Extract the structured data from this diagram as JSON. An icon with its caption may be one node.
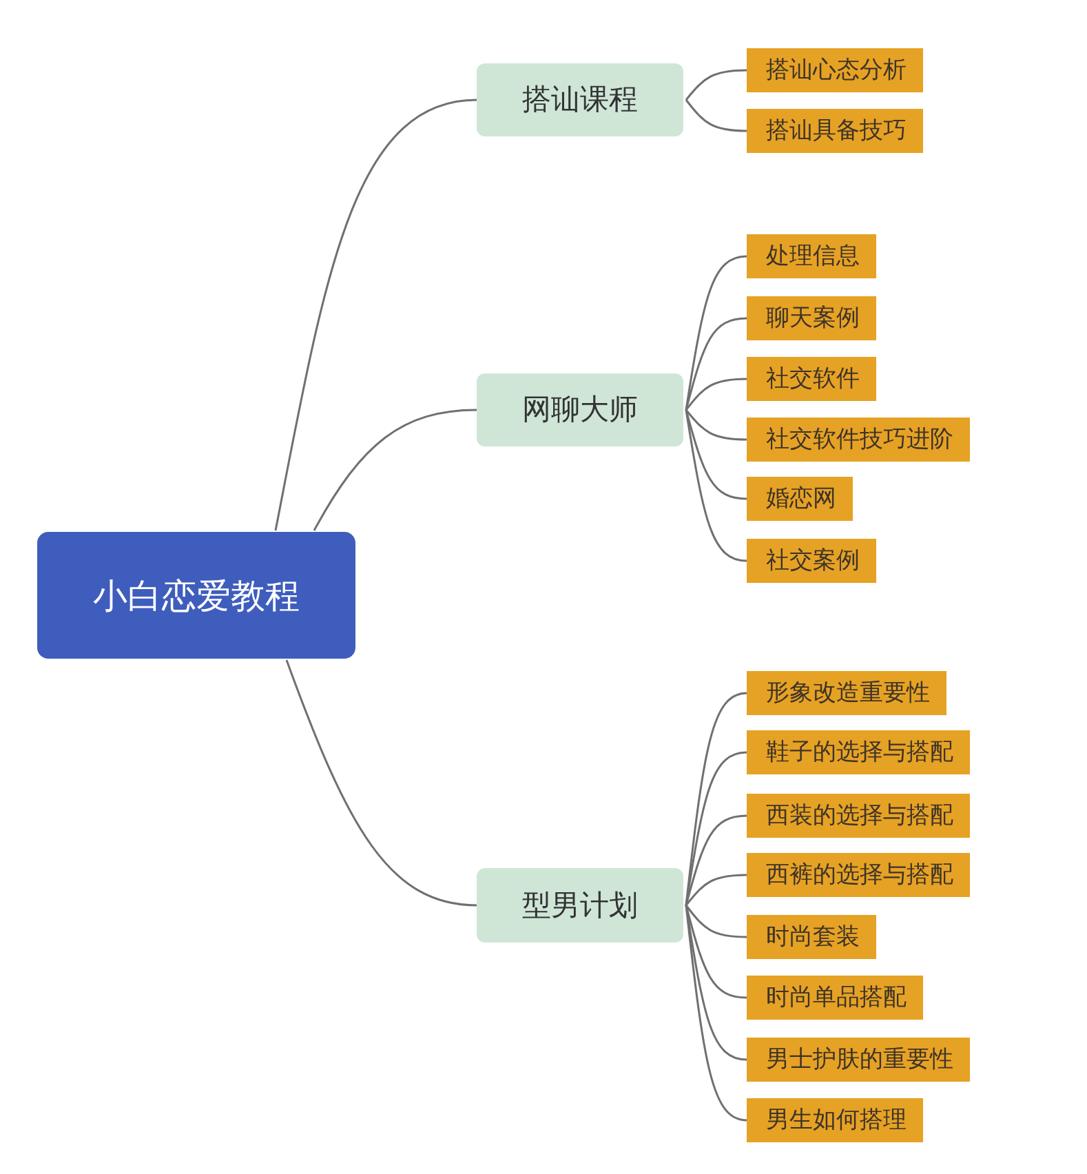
{
  "diagram": {
    "nodes": [
      {
        "text": [
          "小白恋爱教程"
        ]
      },
      {
        "text": [
          "搭讪课程"
        ]
      },
      {
        "text": [
          "搭讪心态分析"
        ]
      },
      {
        "text": [
          "搭讪具备技巧"
        ]
      },
      {
        "text": [
          "网聊大师"
        ]
      },
      {
        "text": [
          "处理信息"
        ]
      },
      {
        "text": [
          "聊天案例"
        ]
      },
      {
        "text": [
          "社交软件"
        ]
      },
      {
        "text": [
          "社交软件技巧进阶"
        ]
      },
      {
        "text": [
          "婚恋网"
        ]
      },
      {
        "text": [
          "社交案例"
        ]
      },
      {
        "text": [
          "型男计划"
        ]
      },
      {
        "text": [
          "形象改造重要性"
        ]
      },
      {
        "text": [
          "鞋子的选择与搭配"
        ]
      },
      {
        "text": [
          "西装的选择与搭配"
        ]
      },
      {
        "text": [
          "西裤的选择与搭配"
        ]
      },
      {
        "text": [
          "时尚套装"
        ]
      },
      {
        "text": [
          "时尚单品搭配"
        ]
      },
      {
        "text": [
          "男士护肤的重要性"
        ]
      },
      {
        "text": [
          "男生如何搭理"
        ]
      }
    ],
    "edges": [
      {
        "from": 0,
        "to": 1,
        "arrow": "none"
      },
      {
        "from": 0,
        "to": 4,
        "arrow": "none"
      },
      {
        "from": 0,
        "to": 11,
        "arrow": "none"
      },
      {
        "from": 1,
        "to": 2,
        "arrow": "none"
      },
      {
        "from": 1,
        "to": 3,
        "arrow": "none"
      },
      {
        "from": 4,
        "to": 5,
        "arrow": "none"
      },
      {
        "from": 4,
        "to": 6,
        "arrow": "none"
      },
      {
        "from": 4,
        "to": 7,
        "arrow": "none"
      },
      {
        "from": 4,
        "to": 8,
        "arrow": "none"
      },
      {
        "from": 4,
        "to": 9,
        "arrow": "none"
      },
      {
        "from": 4,
        "to": 10,
        "arrow": "none"
      },
      {
        "from": 11,
        "to": 12,
        "arrow": "none"
      },
      {
        "from": 11,
        "to": 13,
        "arrow": "none"
      },
      {
        "from": 11,
        "to": 14,
        "arrow": "none"
      },
      {
        "from": 11,
        "to": 15,
        "arrow": "none"
      },
      {
        "from": 11,
        "to": 16,
        "arrow": "none"
      },
      {
        "from": 11,
        "to": 17,
        "arrow": "none"
      },
      {
        "from": 11,
        "to": 18,
        "arrow": "none"
      },
      {
        "from": 11,
        "to": 19,
        "arrow": "none"
      }
    ]
  }
}
